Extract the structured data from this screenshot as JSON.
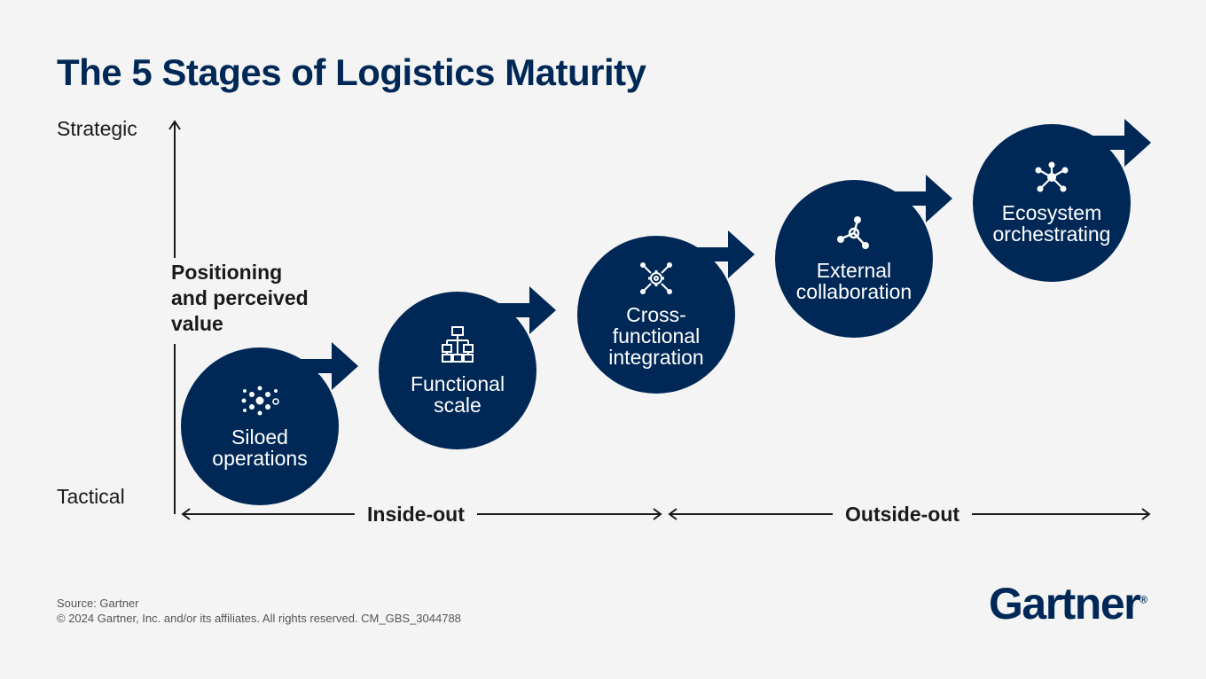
{
  "title": "The 5 Stages of Logistics Maturity",
  "y_axis": {
    "top_label": "Strategic",
    "bottom_label": "Tactical",
    "name": "Positioning\nand perceived\nvalue"
  },
  "x_axis": {
    "ranges": [
      {
        "label": "Inside-out"
      },
      {
        "label": "Outside-out"
      }
    ]
  },
  "stages": [
    {
      "name": "Siloed\noperations",
      "icon": "dots-cluster-icon"
    },
    {
      "name": "Functional\nscale",
      "icon": "hierarchy-icon"
    },
    {
      "name": "Cross-\nfunctional\nintegration",
      "icon": "gear-network-icon"
    },
    {
      "name": "External\ncollaboration",
      "icon": "three-node-network-icon"
    },
    {
      "name": "Ecosystem\norchestrating",
      "icon": "hub-network-icon"
    }
  ],
  "colors": {
    "brand": "#002856",
    "background": "#f4f4f4"
  },
  "footer": {
    "source": "Source: Gartner",
    "copyright": "© 2024 Gartner, Inc. and/or its affiliates. All rights reserved. CM_GBS_3044788"
  },
  "logo": {
    "text": "Gartner",
    "mark": "®"
  }
}
